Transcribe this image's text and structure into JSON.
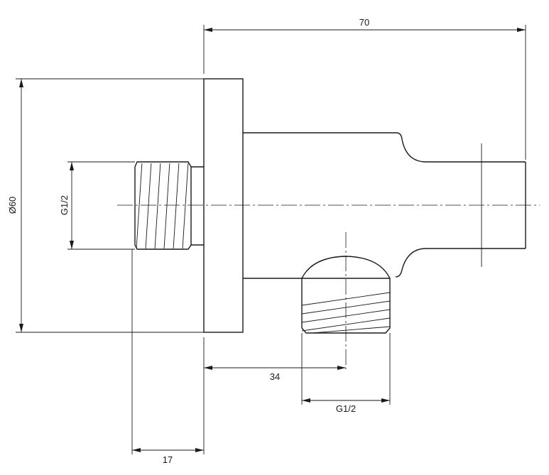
{
  "dimensions": {
    "overall_length": "70",
    "flange_diameter": "Ø60",
    "inlet_thread": "G1/2",
    "outlet_offset": "34",
    "outlet_thread": "G1/2",
    "inlet_thread_length": "17"
  }
}
